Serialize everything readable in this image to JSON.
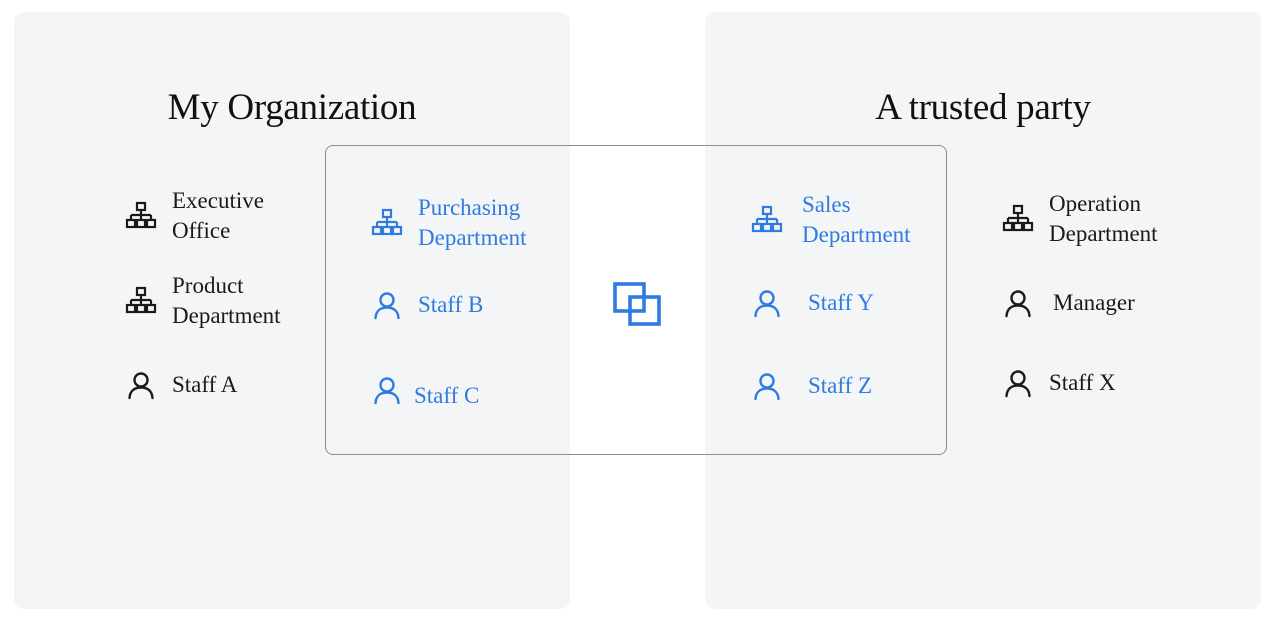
{
  "colors": {
    "panel_bg": "#f4f5f6",
    "accent_blue": "#2f7be0",
    "text_dark": "#1a1a1a",
    "border_gray": "#8e8e8e"
  },
  "left_panel": {
    "title": "My Organization",
    "items": [
      {
        "icon": "org-chart-icon",
        "label": "Executive\nOffice"
      },
      {
        "icon": "org-chart-icon",
        "label": "Product\nDepartment"
      },
      {
        "icon": "person-icon",
        "label": "Staff A"
      }
    ]
  },
  "right_panel": {
    "title": "A trusted party",
    "items": [
      {
        "icon": "org-chart-icon",
        "label": "Operation\nDepartment"
      },
      {
        "icon": "person-icon",
        "label": "Manager"
      },
      {
        "icon": "person-icon",
        "label": "Staff X"
      }
    ]
  },
  "shared": {
    "link_icon": "linked-squares-icon",
    "left_items": [
      {
        "icon": "org-chart-icon",
        "label": "Purchasing\nDepartment"
      },
      {
        "icon": "person-icon",
        "label": "Staff B"
      },
      {
        "icon": "person-icon",
        "label": "Staff C"
      }
    ],
    "right_items": [
      {
        "icon": "org-chart-icon",
        "label": "Sales\nDepartment"
      },
      {
        "icon": "person-icon",
        "label": "Staff Y"
      },
      {
        "icon": "person-icon",
        "label": "Staff Z"
      }
    ]
  }
}
